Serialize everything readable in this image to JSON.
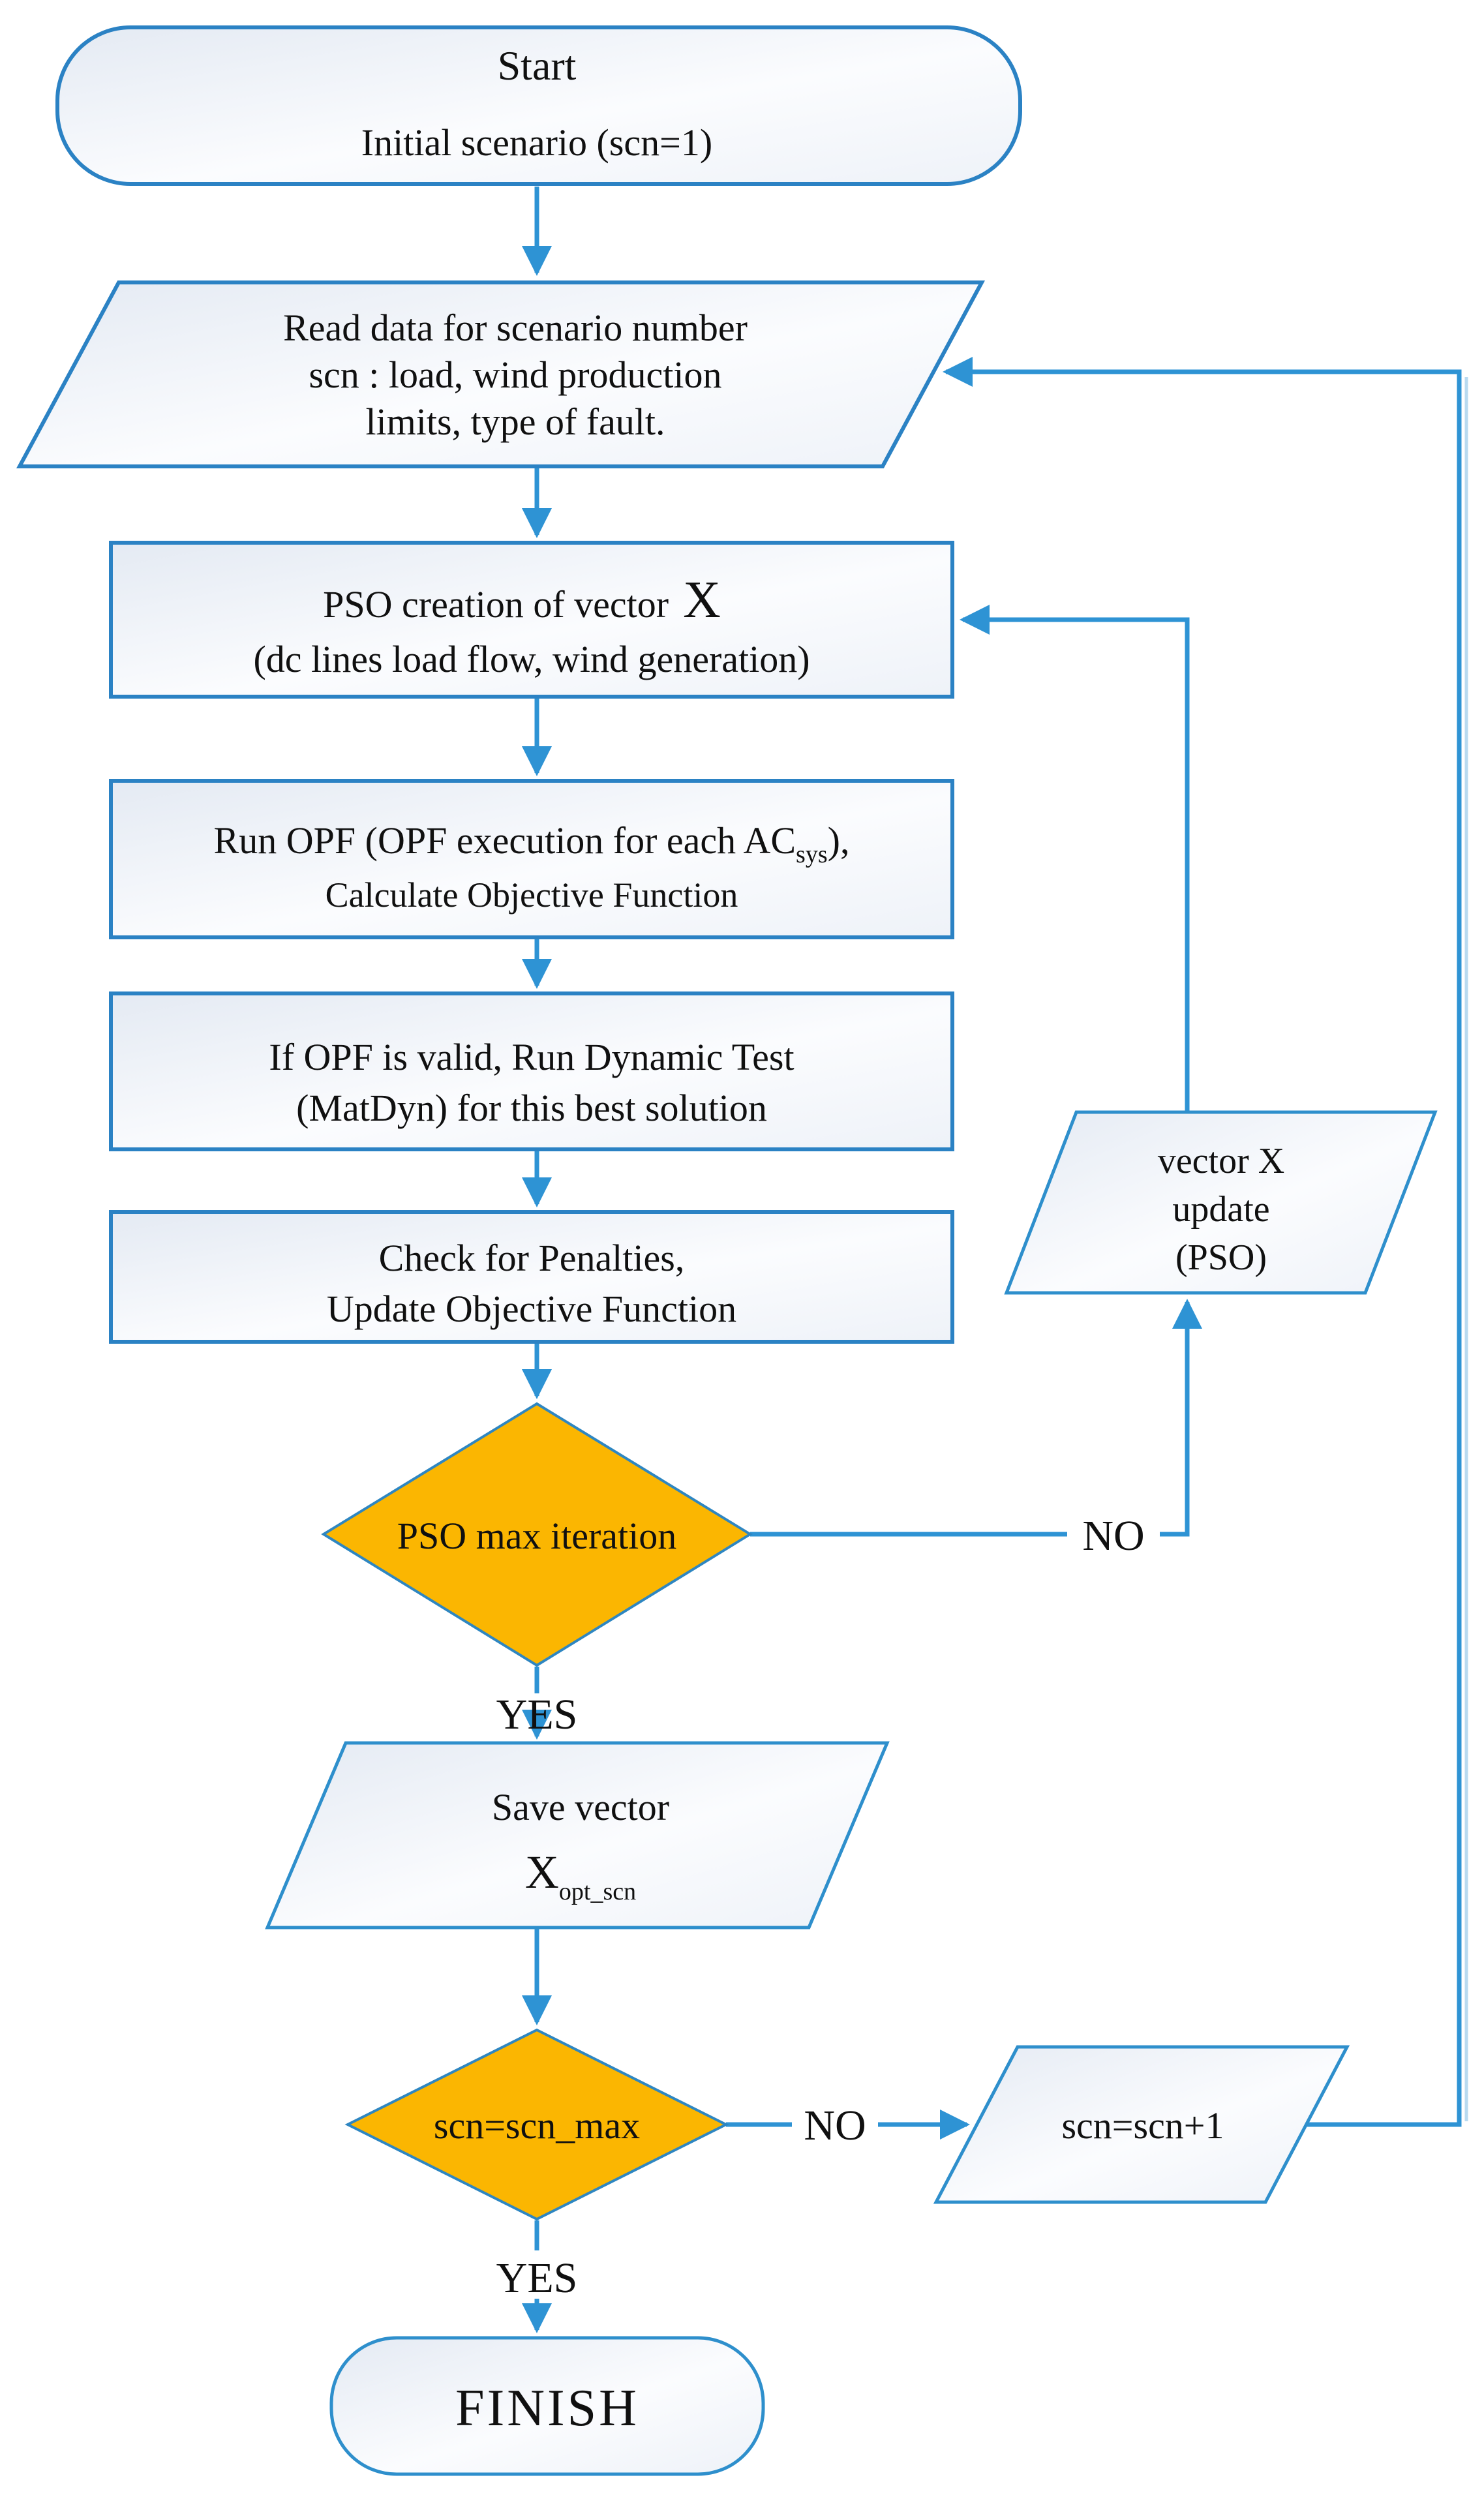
{
  "title": "PSO scenario optimization flowchart",
  "colors": {
    "line_blue": "#2e93d4",
    "shape_border": "#2b82c4",
    "diamond_fill": "#fbb601",
    "diamond_border": "#2e86c1",
    "shape_fill_light": "#e6ecf4",
    "text": "#101010"
  },
  "nodes": {
    "start": {
      "line1": "Start",
      "line2": "Initial scenario (scn=1)"
    },
    "read_data": {
      "lines": [
        "Read data for scenario  number",
        "scn : load, wind production",
        "limits, type of fault."
      ]
    },
    "pso_creation": {
      "line1_prefix": "PSO creation of vector",
      "line1_x": "X",
      "line2": "(dc lines load flow, wind generation)"
    },
    "run_opf": {
      "line1_main": "Run OPF (OPF execution for each AC",
      "line1_sub": "sys",
      "line1_end": "),",
      "line2": "Calculate Objective Function"
    },
    "dynamic_test": {
      "line1": "If OPF is valid, Run Dynamic Test",
      "line2": "(MatDyn) for this best solution"
    },
    "penalties": {
      "line1": "Check for Penalties,",
      "line2": "Update Objective Function"
    },
    "pso_max_iteration": {
      "label": "PSO max iteration"
    },
    "vector_x_update": {
      "lines": [
        "vector X",
        "update",
        "(PSO)"
      ]
    },
    "save_vector": {
      "line1": "Save vector",
      "line2_x": "X",
      "line2_sub": "opt_scn"
    },
    "scn_check": {
      "label": "scn=scn_max"
    },
    "scn_increment": {
      "label": "scn=scn+1"
    },
    "finish": {
      "label": "FINISH"
    }
  },
  "edge_labels": {
    "no1": "NO",
    "yes1": "YES",
    "no2": "NO",
    "yes2": "YES"
  }
}
